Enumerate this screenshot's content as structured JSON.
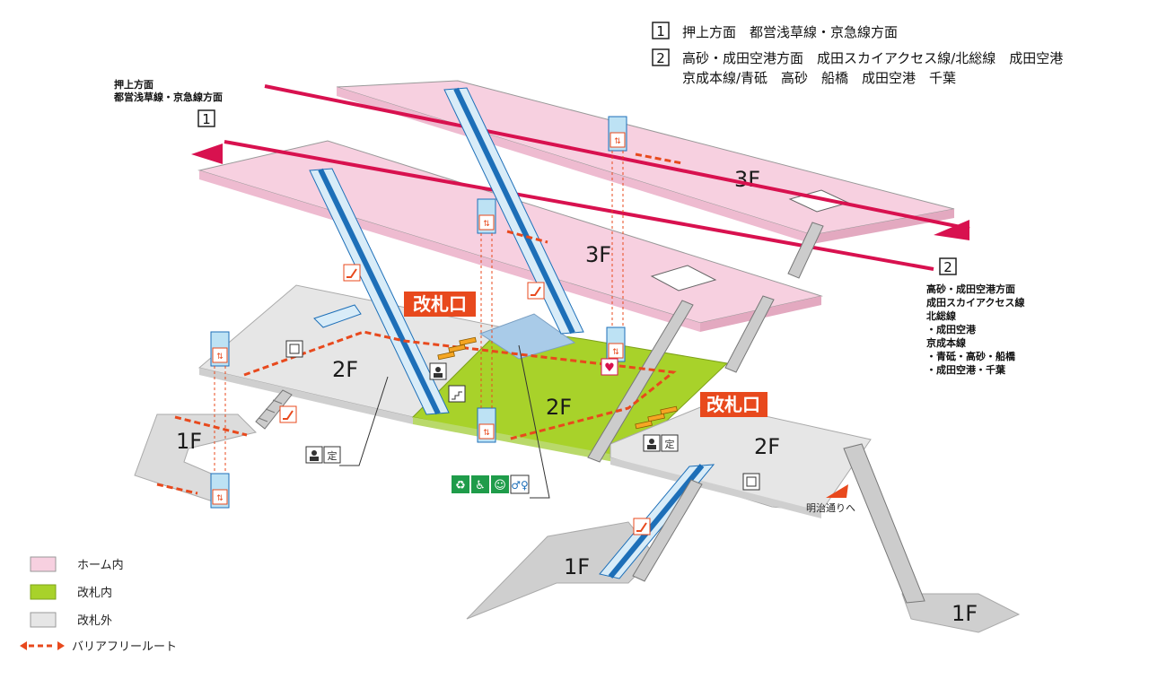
{
  "destinations_top": [
    {
      "num": "1",
      "text": "押上方面　都営浅草線・京急線方面"
    },
    {
      "num": "2",
      "text": "高砂・成田空港方面　成田スカイアクセス線/北総線　成田空港"
    },
    {
      "num": "",
      "text": "京成本線/青砥　高砂　船橋　成田空港　千葉"
    }
  ],
  "track1_label": {
    "num": "1",
    "lines": [
      "押上方面",
      "都営浅草線・京急線方面"
    ]
  },
  "track2_label": {
    "num": "2",
    "lines": [
      "高砂・成田空港方面",
      "成田スカイアクセス線",
      "北総線",
      "・成田空港",
      "京成本線",
      "・青砥・高砂・船橋",
      "・成田空港・千葉"
    ]
  },
  "floors": {
    "upper_3f": "3F",
    "lower_3f": "3F",
    "left_2f": "2F",
    "center_2f": "2F",
    "right_2f": "2F",
    "left_1f": "1F",
    "mid_1f": "1F",
    "right_1f": "1F"
  },
  "gates": [
    "改札口",
    "改札口"
  ],
  "exit_label": "明治通りへ",
  "legend": [
    {
      "label": "ホーム内",
      "color": "#f7d0e0"
    },
    {
      "label": "改札内",
      "color": "#a8d22a"
    },
    {
      "label": "改札外",
      "color": "#e6e6e6"
    },
    {
      "label": "バリアフリールート",
      "color": "#e8491d"
    }
  ],
  "colors": {
    "platform": "#f7d0e0",
    "inside_gate": "#a8d22a",
    "outside_gate": "#e6e6e6",
    "track": "#d8114f",
    "escalator": "#1d6fb8",
    "barrier_free_route": "#e8491d",
    "gate_badge": "#e8491d"
  },
  "icons": [
    "elevator-icon",
    "escalator-icon",
    "toilet-icon",
    "multipurpose-toilet-icon",
    "wheelchair-icon",
    "baby-icon",
    "ticket-machine-icon",
    "fare-adjustment-icon",
    "aed-icon",
    "coin-locker-icon",
    "stairs-icon"
  ]
}
